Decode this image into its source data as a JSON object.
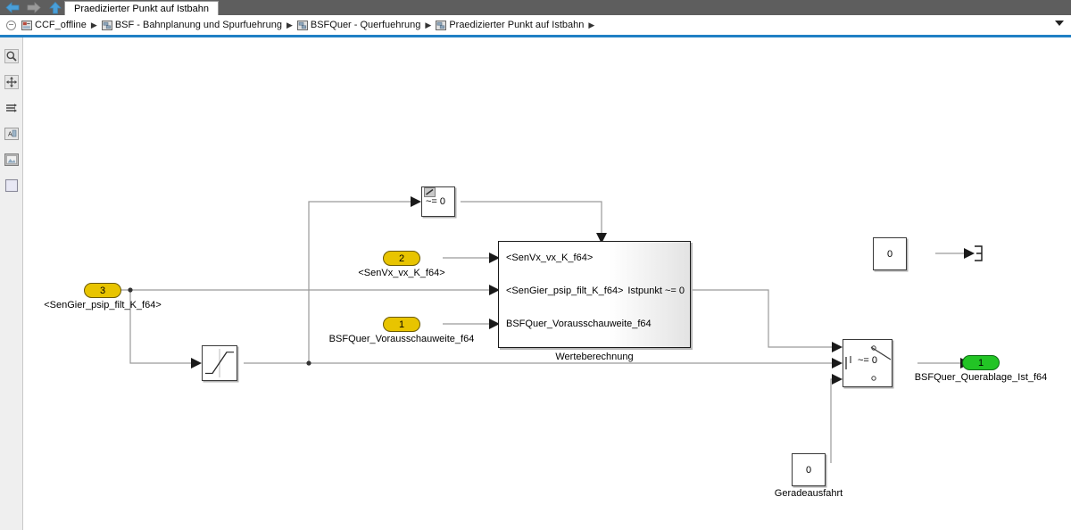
{
  "window": {
    "tab_title": "Praedizierter Punkt auf Istbahn",
    "nav": {
      "back_icon": "back-arrow-icon",
      "forward_icon": "forward-arrow-icon",
      "up_icon": "up-arrow-icon"
    }
  },
  "breadcrumb": {
    "expand_icon": "expand-collapse-icon",
    "dropdown_icon": "chevron-down-icon",
    "separator": "▶",
    "items": [
      {
        "label": "CCF_offline",
        "icon": "model-icon"
      },
      {
        "label": "BSF - Bahnplanung und Spurfuehrung",
        "icon": "subsystem-icon"
      },
      {
        "label": "BSFQuer - Querfuehrung",
        "icon": "subsystem-icon"
      },
      {
        "label": "Praedizierter Punkt auf Istbahn",
        "icon": "subsystem-icon"
      }
    ]
  },
  "palette": {
    "tools": [
      {
        "name": "zoom-tool-icon",
        "title": "Zoom"
      },
      {
        "name": "fit-to-view-icon",
        "title": "Fit to View"
      },
      {
        "name": "signal-routing-icon",
        "title": "Signal Routing"
      },
      {
        "name": "annotation-icon",
        "title": "Annotation"
      },
      {
        "name": "image-annotation-icon",
        "title": "Image"
      },
      {
        "name": "area-box-icon",
        "title": "Area"
      }
    ]
  },
  "diagram": {
    "inports": [
      {
        "number": "3",
        "label": "<SenGier_psip_filt_K_f64>"
      },
      {
        "number": "2",
        "label": "<SenVx_vx_K_f64>"
      },
      {
        "number": "1",
        "label": "BSFQuer_Vorausschauweite_f64"
      }
    ],
    "outports": [
      {
        "number": "1",
        "label": "BSFQuer_Querablage_Ist_f64"
      }
    ],
    "compare_block": {
      "name": "compare-to-zero",
      "text": "~= 0"
    },
    "saturation_block": {
      "name": "saturation-block",
      "text": ""
    },
    "subsystem": {
      "name": "Werteberechnung",
      "inputs": [
        "<SenVx_vx_K_f64>",
        "<SenGier_psip_filt_K_f64>",
        "BSFQuer_Vorausschauweite_f64"
      ],
      "outputs": [
        "Istpunkt ~= 0"
      ],
      "enable_port": "enable-port-icon"
    },
    "switch_block": {
      "name": "switch-block",
      "criteria": "~= 0"
    },
    "constants": [
      {
        "name": "constant-zero-top",
        "value": "0",
        "label": ""
      },
      {
        "name": "constant-geradeausfahrt",
        "value": "0",
        "label": "Geradeausfahrt"
      }
    ],
    "terminator": {
      "name": "terminator-block"
    }
  },
  "colors": {
    "inport_fill": "#e8c400",
    "outport_fill": "#22c425",
    "accent_blue": "#1f7fc4",
    "titlebar": "#5e5e5e",
    "signal_line": "#9a9a9a"
  }
}
